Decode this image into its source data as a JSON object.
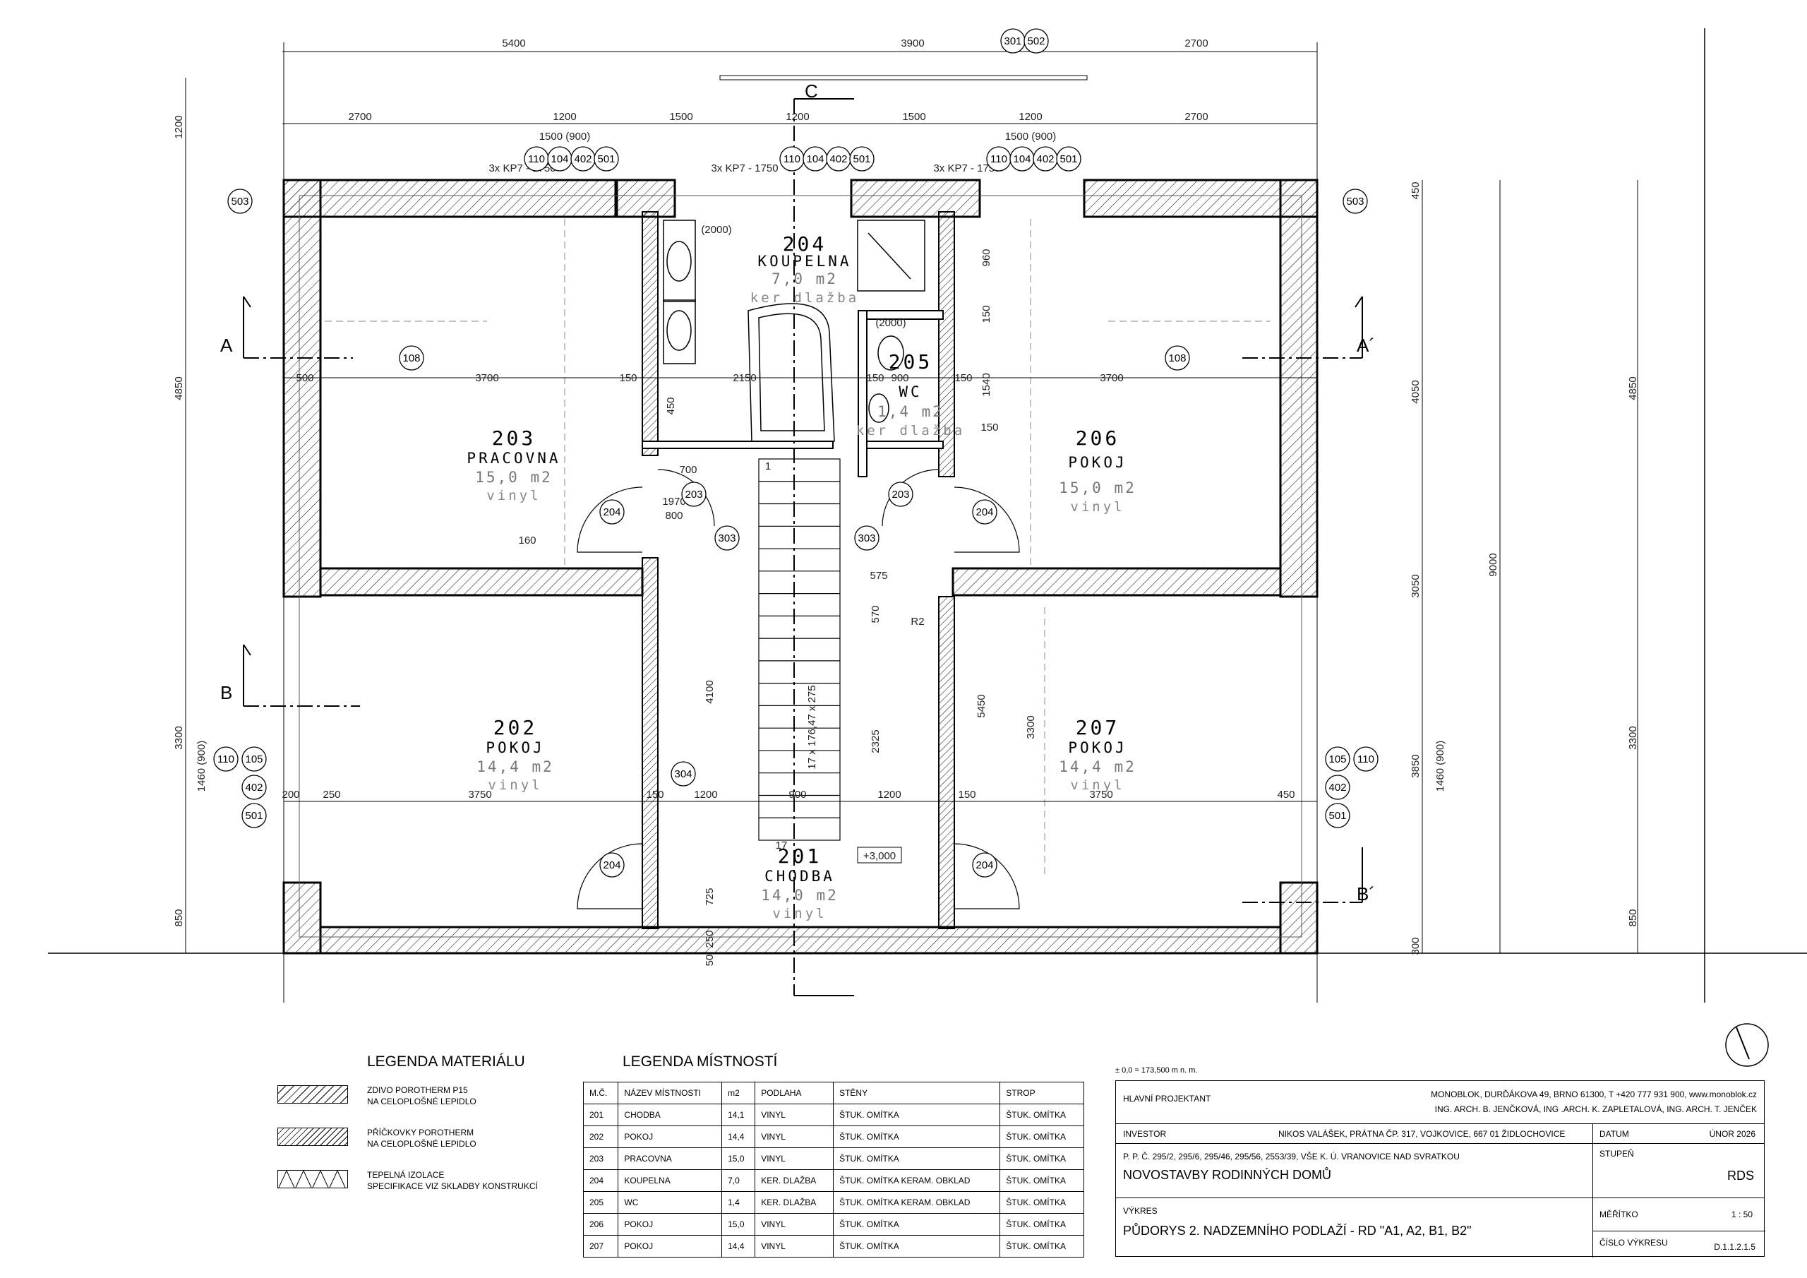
{
  "plan": {
    "dims_top": [
      "5400",
      "3900",
      "2700"
    ],
    "dims_second": [
      "2700",
      "1200",
      "1500",
      "1200",
      "1500",
      "1200",
      "2700"
    ],
    "dims_opening": [
      "1500 (900)",
      "1500 (900)"
    ],
    "kp7": [
      "3x KP7 - 1750",
      "3x KP7 - 1750",
      "3x KP7 - 1750"
    ],
    "dims_left": [
      "1200",
      "4850",
      "3300",
      "1460 (900)",
      "850"
    ],
    "dims_right": [
      "450",
      "4050",
      "3050",
      "3850",
      "1460 (900)",
      "300",
      "4850",
      "3300",
      "850",
      "9000"
    ],
    "dims_interior": [
      "500",
      "3700",
      "150",
      "2150",
      "150",
      "900",
      "150",
      "3700",
      "200",
      "250",
      "3750",
      "150",
      "1200",
      "900",
      "1200",
      "150",
      "3750",
      "450",
      "960",
      "150",
      "1540",
      "150",
      "575",
      "570",
      "2325",
      "5450",
      "3300",
      "4100",
      "725",
      "50",
      "250",
      "450",
      "700",
      "1970",
      "800",
      "160",
      "17",
      "1",
      "(2000)",
      "(2000)",
      "R2"
    ],
    "stair_label": "17 x 176,47 x 275",
    "level": "+3,000",
    "sections": [
      "A",
      "A´",
      "B",
      "B´",
      "C"
    ],
    "rooms": [
      {
        "num": "201",
        "name": "CHODBA",
        "area": "14,0 m2",
        "floor": "vinyl"
      },
      {
        "num": "202",
        "name": "POKOJ",
        "area": "14,4 m2",
        "floor": "vinyl"
      },
      {
        "num": "203",
        "name": "PRACOVNA",
        "area": "15,0 m2",
        "floor": "vinyl"
      },
      {
        "num": "204",
        "name": "KOUPELNA",
        "area": "7,0 m2",
        "floor": "ker dlažba"
      },
      {
        "num": "205",
        "name": "WC",
        "area": "1,4 m2",
        "floor": "ker dlažba"
      },
      {
        "num": "206",
        "name": "POKOJ",
        "area": "15,0 m2",
        "floor": "vinyl"
      },
      {
        "num": "207",
        "name": "POKOJ",
        "area": "14,4 m2",
        "floor": "vinyl"
      }
    ],
    "tags": [
      "301",
      "502",
      "110",
      "104",
      "402",
      "501",
      "503",
      "108",
      "204",
      "203",
      "303",
      "304",
      "105"
    ]
  },
  "legend_materials": {
    "title": "LEGENDA MATERIÁLU",
    "items": [
      {
        "line1": "ZDIVO POROTHERM P15",
        "line2": "NA CELOPLOŠNÉ LEPIDLO"
      },
      {
        "line1": "PŘÍČKOVKY POROTHERM",
        "line2": "NA CELOPLOŠNÉ LEPIDLO"
      },
      {
        "line1": "TEPELNÁ IZOLACE",
        "line2": "SPECIFIKACE VIZ SKLADBY KONSTRUKCÍ"
      }
    ]
  },
  "legend_rooms": {
    "title": "LEGENDA MÍSTNOSTÍ",
    "headers": [
      "M.Č.",
      "NÁZEV MÍSTNOSTI",
      "m2",
      "PODLAHA",
      "STĚNY",
      "STROP"
    ],
    "rows": [
      [
        "201",
        "CHODBA",
        "14,1",
        "VINYL",
        "ŠTUK. OMÍTKA",
        "ŠTUK. OMÍTKA"
      ],
      [
        "202",
        "POKOJ",
        "14,4",
        "VINYL",
        "ŠTUK. OMÍTKA",
        "ŠTUK. OMÍTKA"
      ],
      [
        "203",
        "PRACOVNA",
        "15,0",
        "VINYL",
        "ŠTUK. OMÍTKA",
        "ŠTUK. OMÍTKA"
      ],
      [
        "204",
        "KOUPELNA",
        "7,0",
        "KER. DLAŽBA",
        "ŠTUK. OMÍTKA KERAM. OBKLAD",
        "ŠTUK. OMÍTKA"
      ],
      [
        "205",
        "WC",
        "1,4",
        "KER. DLAŽBA",
        "ŠTUK. OMÍTKA KERAM. OBKLAD",
        "ŠTUK. OMÍTKA"
      ],
      [
        "206",
        "POKOJ",
        "15,0",
        "VINYL",
        "ŠTUK. OMÍTKA",
        "ŠTUK. OMÍTKA"
      ],
      [
        "207",
        "POKOJ",
        "14,4",
        "VINYL",
        "ŠTUK. OMÍTKA",
        "ŠTUK. OMÍTKA"
      ]
    ]
  },
  "title_block": {
    "elevation": "± 0,0 = 173,500 m n. m.",
    "lead_label": "HLAVNÍ PROJEKTANT",
    "company": "MONOBLOK, DURĎÁKOVA 49, BRNO 61300, T +420 777 931 900, www.monoblok.cz",
    "architects": "ING. ARCH. B. JENČKOVÁ, ING .ARCH. K. ZAPLETALOVÁ, ING. ARCH. T. JENČEK",
    "investor_label": "INVESTOR",
    "investor": "NIKOS VALÁŠEK, PRÁTNA ČP. 317, VOJKOVICE, 667 01 ŽIDLOCHOVICE",
    "date_label": "DATUM",
    "date": "ÚNOR 2026",
    "parcels": "P. P. Č. 295/2, 295/6, 295/46, 295/56, 2553/39, VŠE K. Ú. VRANOVICE NAD SVRATKOU",
    "project": "NOVOSTAVBY RODINNÝCH DOMŮ",
    "stage_label": "STUPEŇ",
    "stage": "RDS",
    "drawing_label": "VÝKRES",
    "drawing": "PŮDORYS 2. NADZEMNÍHO PODLAŽÍ - RD \"A1, A2, B1, B2\"",
    "scale_label": "MĚŘÍTKO",
    "scale": "1 : 50",
    "number_label": "ČÍSLO VÝKRESU",
    "number": "D.1.1.2.1.5"
  }
}
